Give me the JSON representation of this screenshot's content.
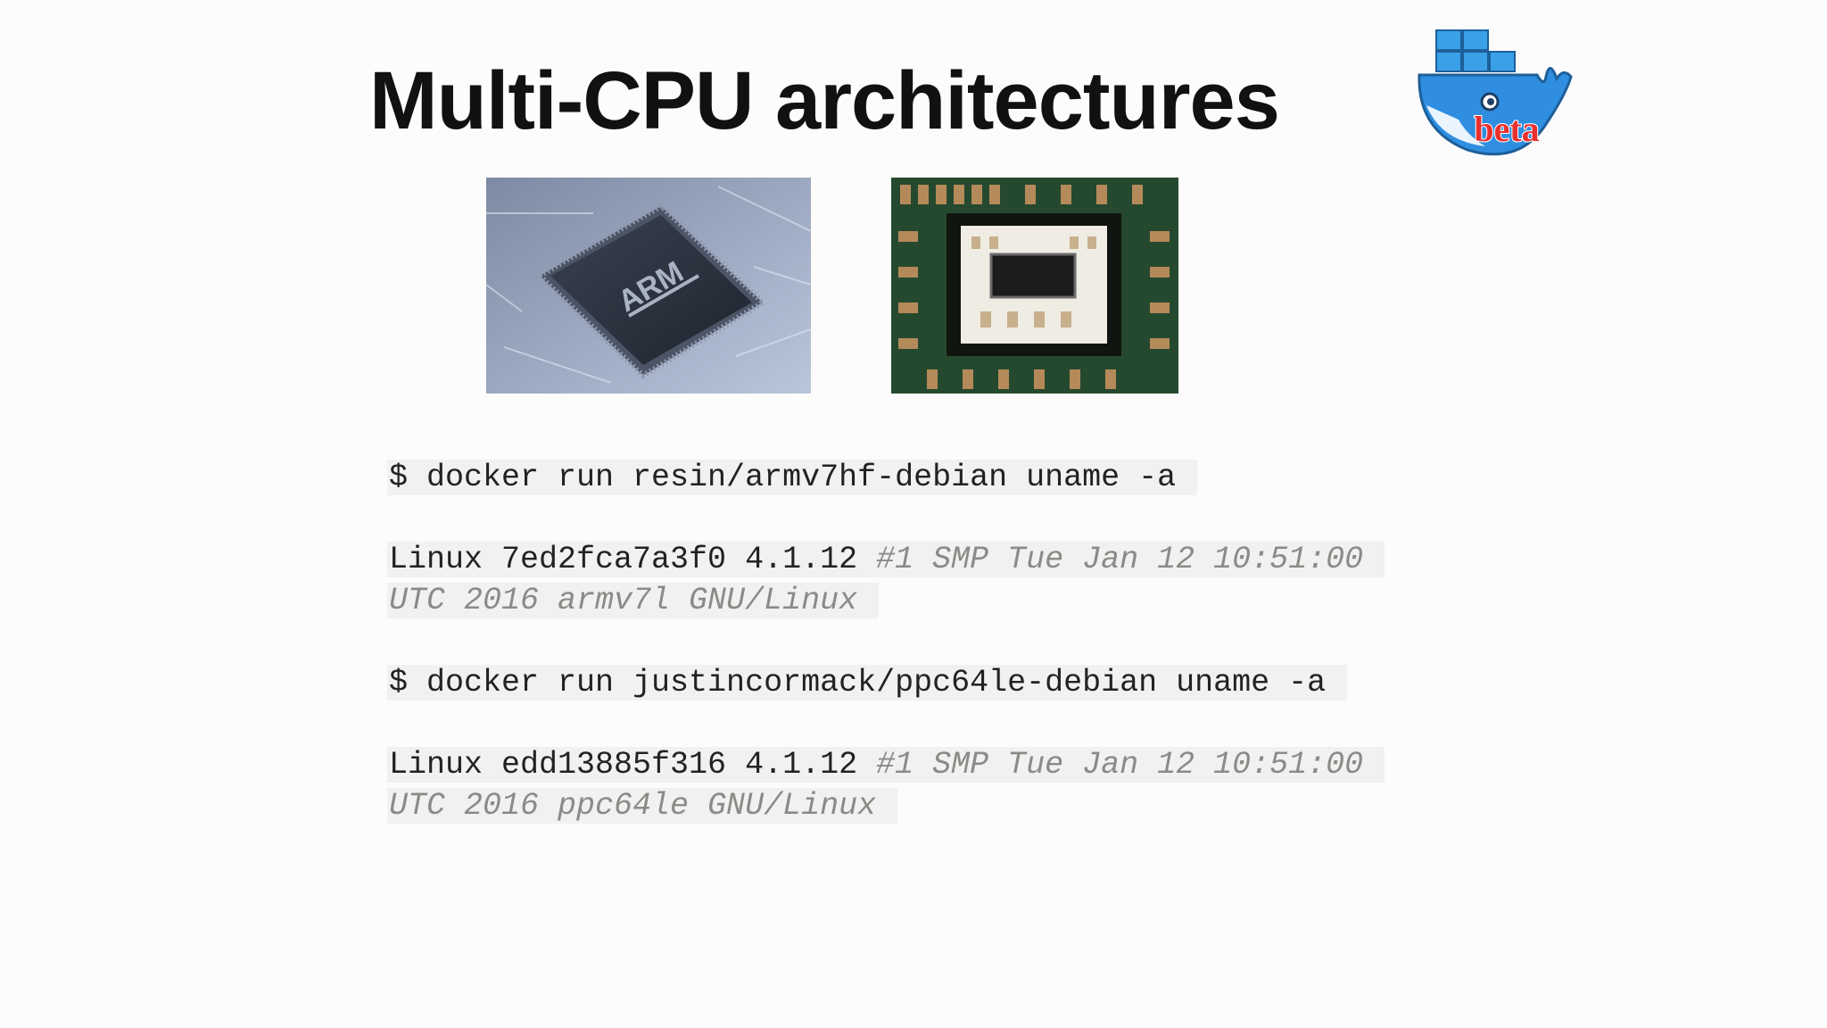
{
  "slide": {
    "title": "Multi-CPU architectures",
    "logo_badge": "beta",
    "chip_label": "ARM"
  },
  "commands": [
    {
      "prompt": "$ docker run resin/armv7hf-debian uname -a",
      "output_plain": "Linux 7ed2fca7a3f0 4.1.12 ",
      "output_comment_line1": "#1 SMP Tue Jan 12 10:51:00",
      "output_comment_line2": "UTC 2016 armv7l GNU/Linux"
    },
    {
      "prompt": "$ docker run justincormack/ppc64le-debian uname -a",
      "output_plain": "Linux edd13885f316 4.1.12 ",
      "output_comment_line1": "#1 SMP Tue Jan 12 10:51:00",
      "output_comment_line2": "UTC 2016 ppc64le GNU/Linux"
    }
  ],
  "colors": {
    "background": "#fdfcfc",
    "code_highlight": "#f2f1f1",
    "comment_text": "#8b8a86",
    "docker_blue": "#2496ed",
    "badge_red": "#e8312f"
  }
}
